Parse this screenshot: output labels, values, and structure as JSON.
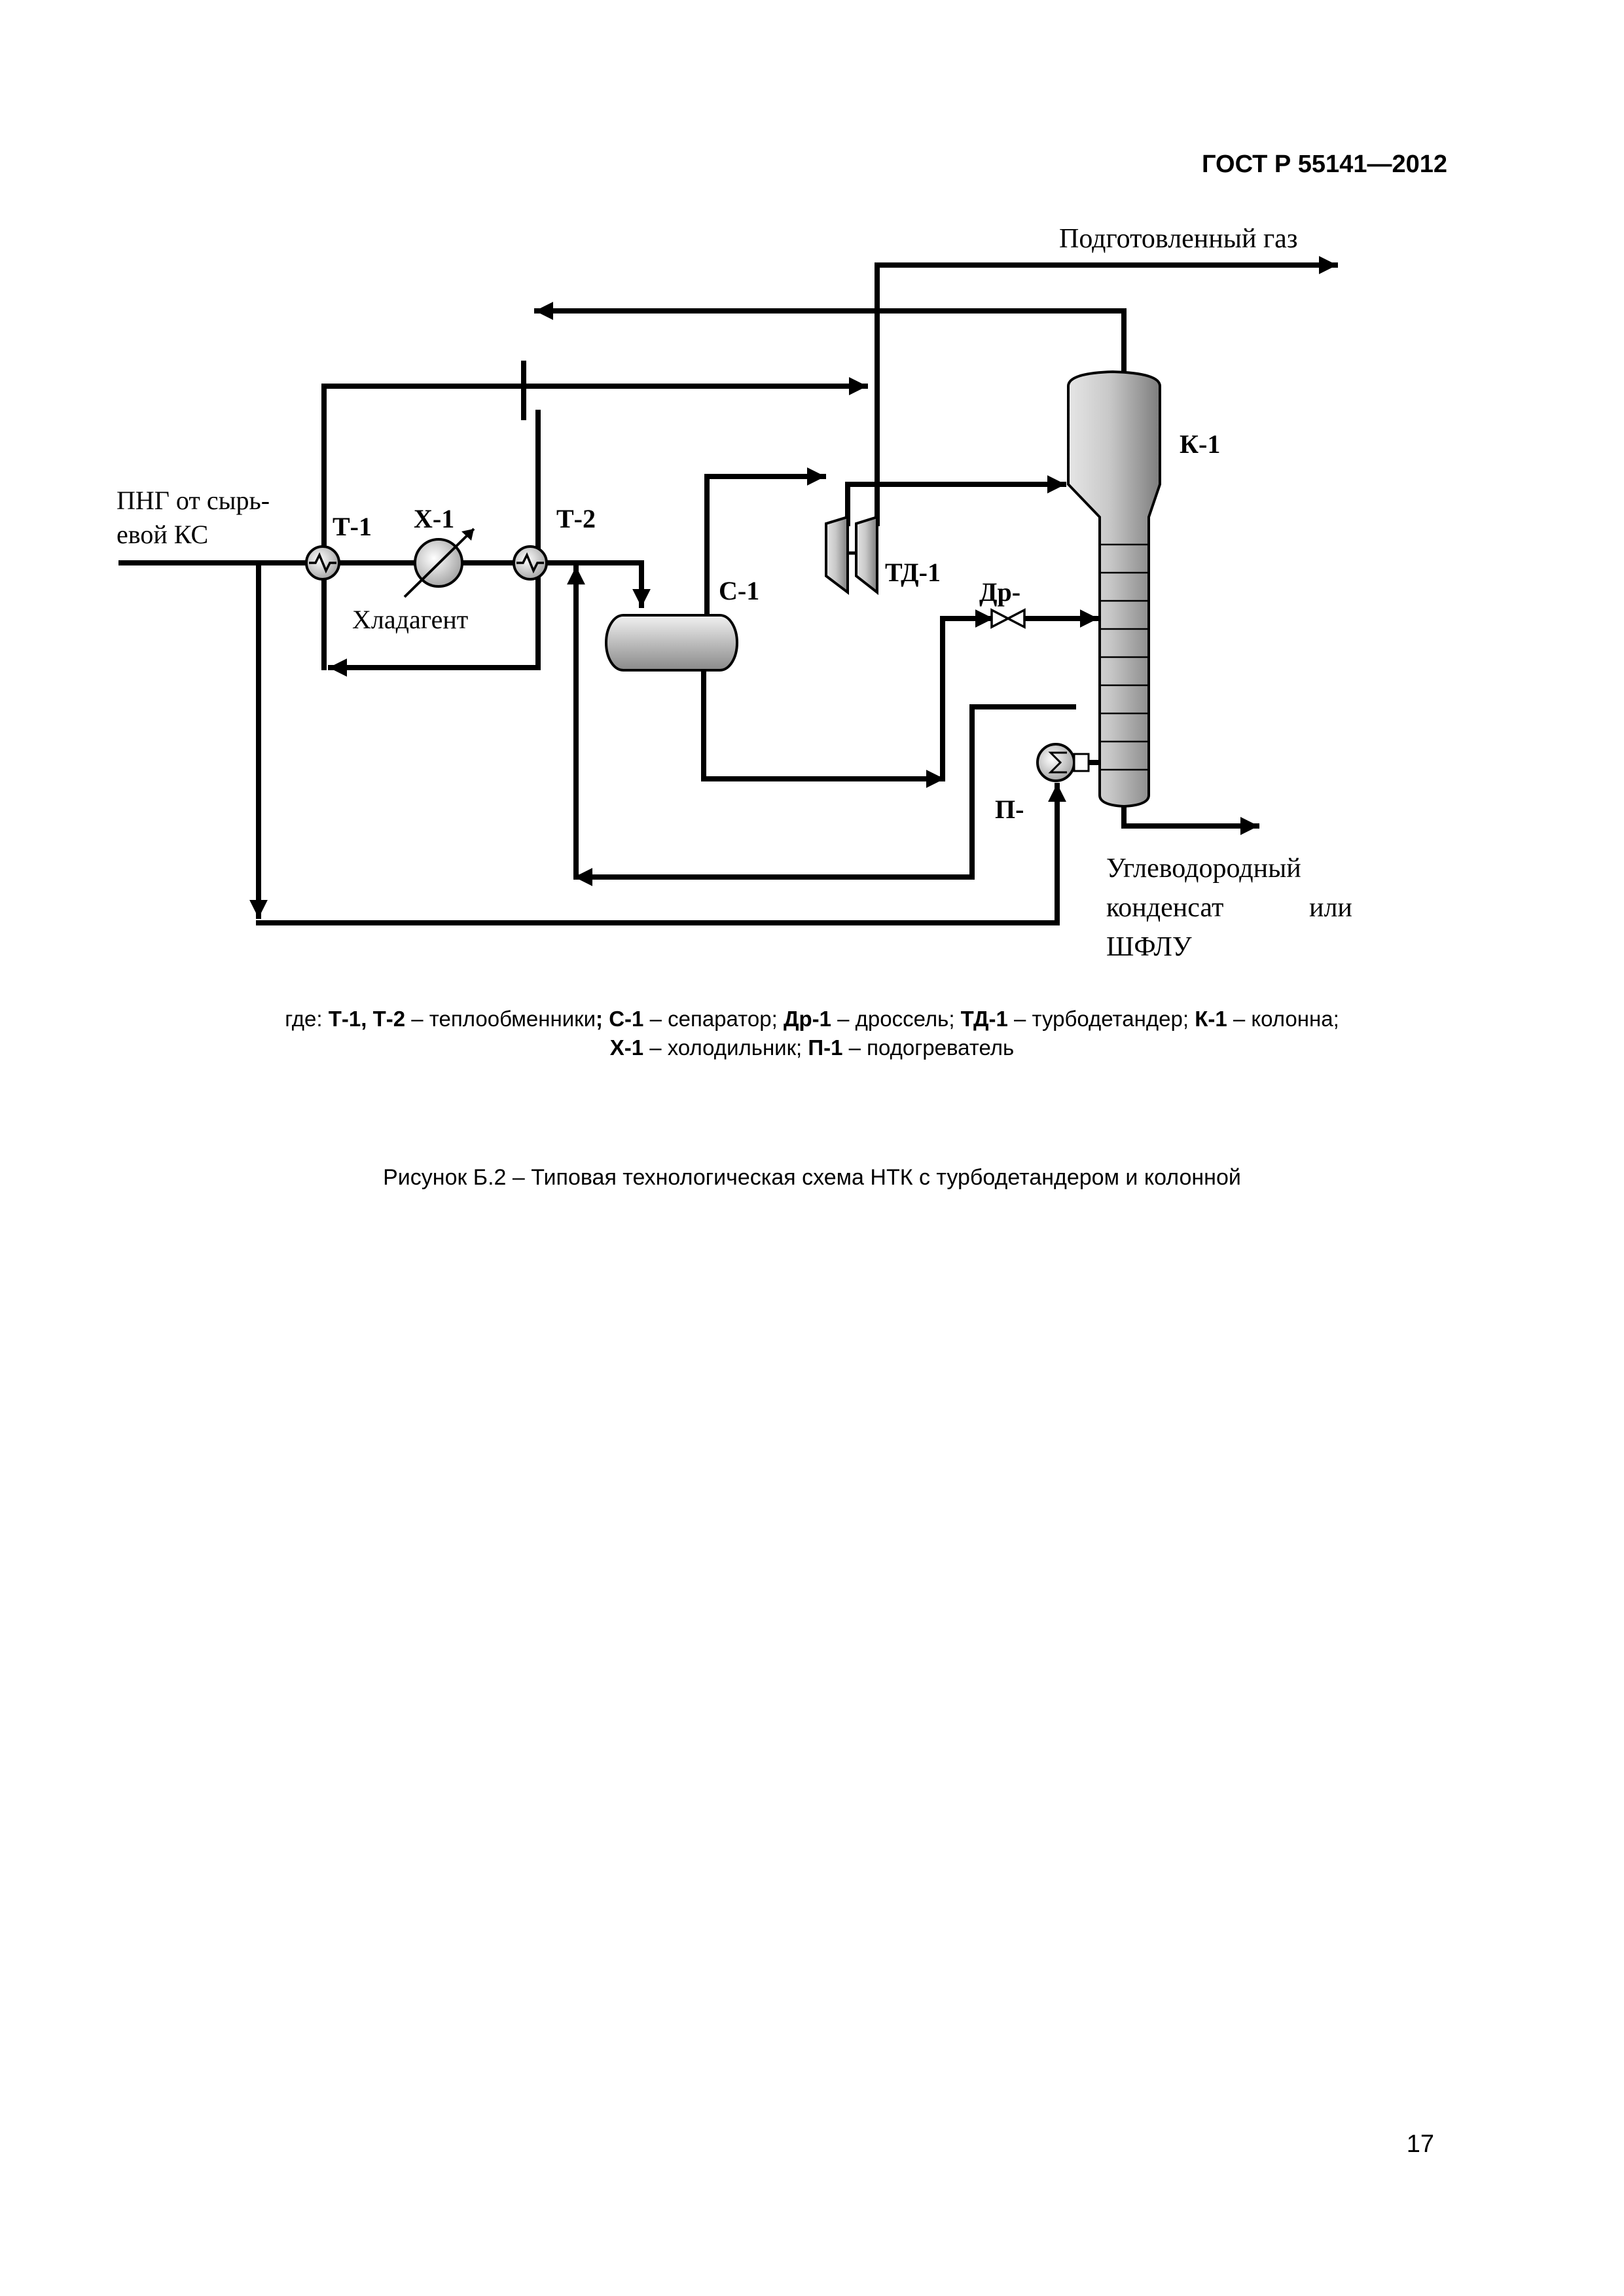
{
  "header": {
    "standard": "ГОСТ Р 55141—2012"
  },
  "diagram": {
    "labels": {
      "feed_line1": "ПНГ от сырь-",
      "feed_line2": "евой КС",
      "product_gas": "Подготовленный газ",
      "refrigerant": "Хладагент",
      "condensate_line1": "Углеводородный",
      "condensate_line2a": "конденсат",
      "condensate_line2b": "или",
      "condensate_line3": "ШФЛУ"
    },
    "equipment": {
      "t1": "Т-1",
      "x1": "Х-1",
      "t2": "Т-2",
      "c1": "С-1",
      "td1": "ТД-1",
      "dr": "Др-",
      "k1": "К-1",
      "p": "П-"
    }
  },
  "legend": {
    "prefix": "где: ",
    "items": [
      {
        "code": "Т-1, Т-2",
        "text": " – теплообменники"
      },
      {
        "code": "С-1",
        "text": " – сепаратор"
      },
      {
        "code": "Др-1",
        "text": " – дроссель"
      },
      {
        "code": "ТД-1",
        "text": " – турбодетандер"
      },
      {
        "code": "К-1",
        "text": " – колонна"
      },
      {
        "code": "Х-1",
        "text": " – холодильник"
      },
      {
        "code": "П-1",
        "text": " – подогреватель"
      }
    ]
  },
  "caption": "Рисунок Б.2 – Типовая технологическая схема НТК с турбодетандером и колонной",
  "page_number": "17"
}
